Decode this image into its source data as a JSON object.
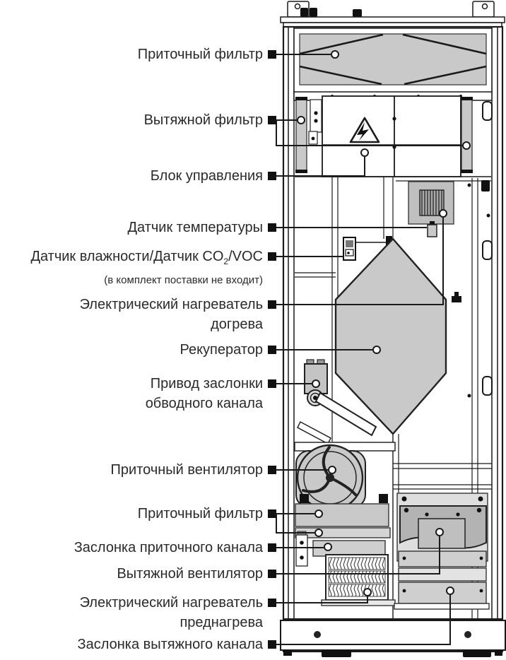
{
  "diagram": {
    "kind": "ventilation-unit-cutaway",
    "colors": {
      "line": "#1a1a1a",
      "text": "#2a2a2a",
      "fill_light_gray": "#c9c9c9",
      "fill_mid_gray": "#b3b3b3",
      "background": "#ffffff"
    },
    "icons": {
      "high_voltage_warning_icon": "triangle with lightning bolt",
      "label_marker": "black square",
      "component_marker": "white circle"
    }
  },
  "labels": [
    {
      "text": "Приточный фильтр"
    },
    {
      "text": "Вытяжной фильтр"
    },
    {
      "text": "Блок управления"
    },
    {
      "text": "Датчик температуры"
    },
    {
      "text": "Датчик влажности/Датчик CO",
      "sub": "2",
      "text_after": "/VOC",
      "note": "(в комплект поставки не входит)"
    },
    {
      "text": "Электрический нагреватель",
      "text2": "догрева"
    },
    {
      "text": "Рекуператор"
    },
    {
      "text": "Привод заслонки",
      "text2": "обводного канала"
    },
    {
      "text": "Приточный вентилятор"
    },
    {
      "text": "Приточный фильтр"
    },
    {
      "text": "Заслонка приточного канала"
    },
    {
      "text": "Вытяжной вентилятор"
    },
    {
      "text": "Электрический нагреватель",
      "text2": "преднагрева"
    },
    {
      "text": "Заслонка вытяжного канала"
    }
  ]
}
